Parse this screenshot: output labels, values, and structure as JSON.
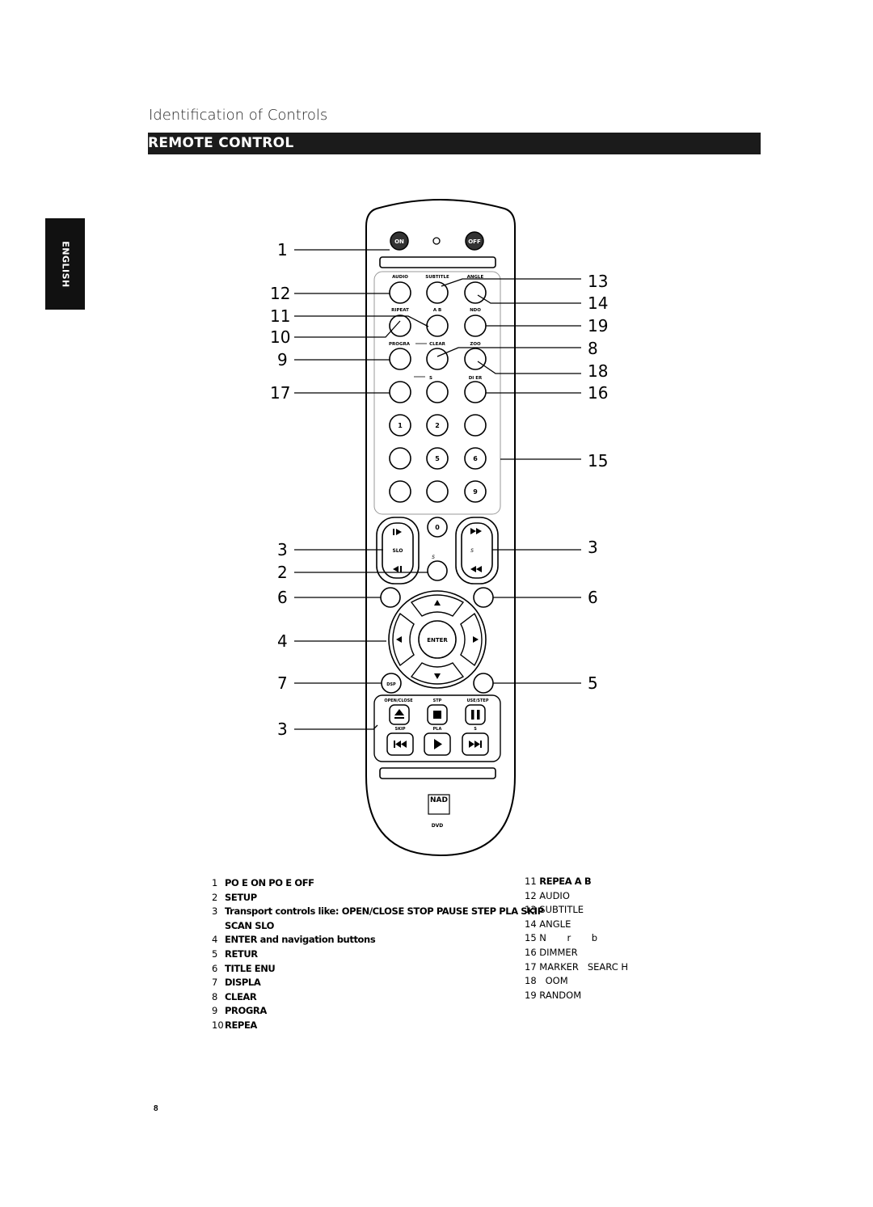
{
  "header": {
    "section_title": "Identification of Controls",
    "bar_title": "REMOTE CONTROL"
  },
  "language_tab": "ENGLISH",
  "remote": {
    "power": {
      "on": "ON",
      "off": "OFF"
    },
    "row_labels_1": {
      "audio": "AUDIO",
      "subtitle": "SUBTITLE",
      "angle": "ANGLE"
    },
    "row_labels_2": {
      "repeat": "RIPEAT",
      "ab": "A B",
      "random": "NDO"
    },
    "row_labels_3": {
      "program": "PROGRA",
      "clear": "CLEAR",
      "zoom": "ZOO"
    },
    "row_labels_4": {
      "marker": "S",
      "dimmer": "DI    ER"
    },
    "numeric": [
      "1",
      "2",
      "5",
      "6",
      "9",
      "0"
    ],
    "slow": "SLO",
    "scan": "S",
    "enter": "ENTER",
    "disp": "DSP",
    "transport_labels_1": {
      "open": "OPEN/CLOSE",
      "stop": "STP",
      "pause": "USE/STEP"
    },
    "transport_labels_2": {
      "skip": "SKIP",
      "play": "PLA",
      "scan": "S"
    },
    "brand": "NAD",
    "model": "DVD"
  },
  "callouts_left": [
    "1",
    "12",
    "11",
    "10",
    "9",
    "17",
    "3",
    "2",
    "6",
    "4",
    "7",
    "3"
  ],
  "callouts_right": [
    "13",
    "14",
    "19",
    "8",
    "18",
    "16",
    "15",
    "3",
    "6",
    "5"
  ],
  "legend_left": [
    {
      "n": "1",
      "text": "PO     E ON PO     E OFF"
    },
    {
      "n": "2",
      "text": "SETUP"
    },
    {
      "n": "3",
      "text": "Transport controls like: OPEN/CLOSE STOP PAUSE STEP PLA  SKIP"
    },
    {
      "n": "",
      "text": "SCAN SLO"
    },
    {
      "n": "4",
      "text": "ENTER and navigation buttons"
    },
    {
      "n": "5",
      "text": "RETUR"
    },
    {
      "n": "6",
      "text": "TITLE  ENU"
    },
    {
      "n": "7",
      "text": "DISPLA"
    },
    {
      "n": "8",
      "text": "CLEAR"
    },
    {
      "n": "9",
      "text": "PROGRA"
    },
    {
      "n": "10",
      "text": "REPEA"
    }
  ],
  "legend_right": [
    {
      "n": "11",
      "text": "REPEA  A B"
    },
    {
      "n": "12",
      "text": "AUDIO"
    },
    {
      "n": "13",
      "text": "SUBTITLE"
    },
    {
      "n": "14",
      "text": "ANGLE"
    },
    {
      "n": "15",
      "text": "N       r       b"
    },
    {
      "n": "16",
      "text": "DIMMER"
    },
    {
      "n": "17",
      "text": "MARKER   SEARC H"
    },
    {
      "n": "18",
      "text": "  OOM"
    },
    {
      "n": "19",
      "text": "RANDOM"
    }
  ],
  "page_number": "8"
}
